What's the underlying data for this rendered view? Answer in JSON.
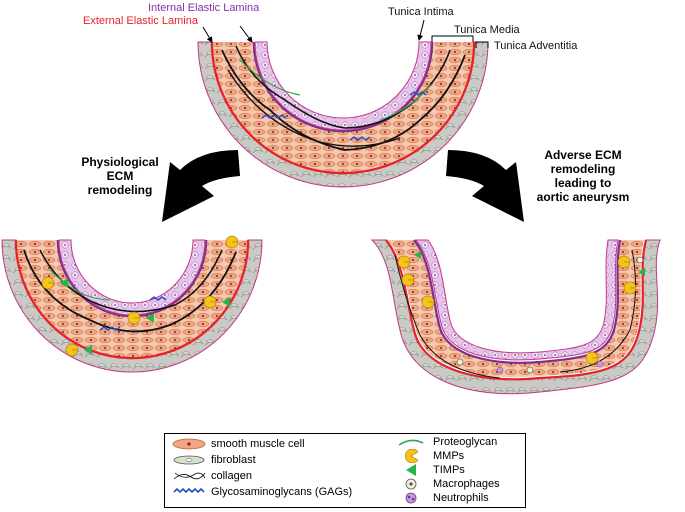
{
  "labels": {
    "internal_elastic_lamina": "Internal Elastic Lamina",
    "external_elastic_lamina": "External Elastic Lamina",
    "tunica_intima": "Tunica Intima",
    "tunica_media": "Tunica Media",
    "tunica_adventitia": "Tunica Adventitia"
  },
  "arrows": {
    "left_caption": [
      "Physiological",
      "ECM",
      "remodeling"
    ],
    "right_caption": [
      "Adverse ECM",
      "remodeling",
      "leading to",
      "aortic aneurysm"
    ]
  },
  "legend": {
    "left": [
      {
        "icon": "smooth-muscle-cell",
        "label": "smooth muscle cell"
      },
      {
        "icon": "fibroblast",
        "label": "fibroblast"
      },
      {
        "icon": "collagen",
        "label": "collagen"
      },
      {
        "icon": "gag",
        "label": "Glycosaminoglycans (GAGs)"
      }
    ],
    "right": [
      {
        "icon": "proteoglycan",
        "label": "Proteoglycan"
      },
      {
        "icon": "mmp",
        "label": "MMPs"
      },
      {
        "icon": "timp",
        "label": "TIMPs"
      },
      {
        "icon": "macrophage",
        "label": "Macrophages"
      },
      {
        "icon": "neutrophil",
        "label": "Neutrophils"
      }
    ]
  },
  "colors": {
    "adventitia": "#c9c9c6",
    "media": "#f4c9ae",
    "intima": "#d9a8dc",
    "external_lamina": "#e8202a",
    "internal_lamina": "#7a2f92",
    "collagen": "#111111",
    "proteoglycan": "#2fa84f",
    "gag": "#2a4fc7",
    "mmp": "#f6c21b",
    "timp": "#27b34a"
  }
}
